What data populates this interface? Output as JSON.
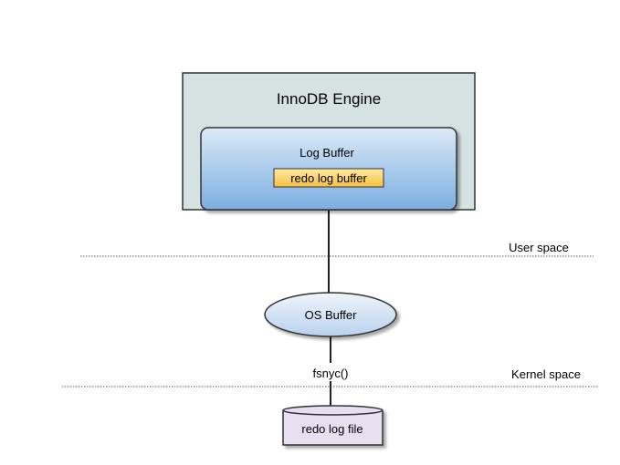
{
  "diagram": {
    "engine": {
      "title": "InnoDB Engine"
    },
    "log_buffer": {
      "title": "Log Buffer",
      "inner_label": "redo log buffer"
    },
    "os_buffer": {
      "label": "OS Buffer"
    },
    "fsync_label": "fsnyc()",
    "redo_log_file": {
      "label": "redo log file"
    },
    "regions": {
      "user_space": "User space",
      "kernel_space": "Kernel space"
    },
    "colors": {
      "engine_fill": "#d5e2e2",
      "engine_stroke": "#333333",
      "log_buffer_top": "#dce9f7",
      "log_buffer_bottom": "#7aaee2",
      "redo_buffer_top": "#ffe9a3",
      "redo_buffer_bottom": "#f5c040",
      "os_buffer_top": "#eef4fb",
      "os_buffer_bottom": "#b9d2ee",
      "file_fill": "#e8e0f0",
      "line": "#222222",
      "dotted": "#555555"
    }
  }
}
